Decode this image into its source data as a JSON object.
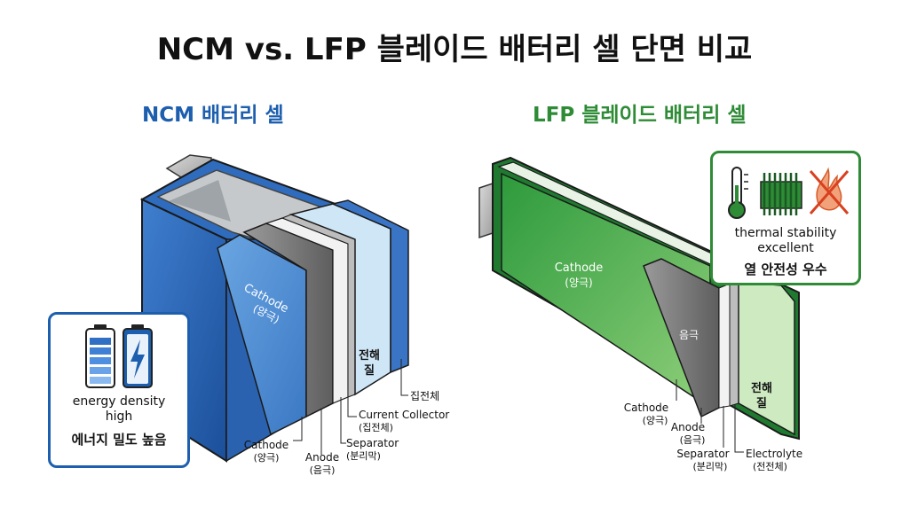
{
  "title": "NCM vs. LFP 블레이드 배터리 셀 단면 비교",
  "ncm": {
    "subtitle": "NCM 배터리 셀",
    "cathode_inner": "Cathode",
    "cathode_inner_ko": "(양극)",
    "electrolyte_inner": "전해",
    "electrolyte_inner2": "질",
    "callouts": {
      "collector": "집전체",
      "current_collector": "Current Collector",
      "current_collector_ko": "(집전체)",
      "separator": "Separator",
      "separator_ko": "(분리막)",
      "anode": "Anode",
      "anode_ko": "(음극)",
      "cathode": "Cathode",
      "cathode_ko": "(양극)"
    },
    "info": {
      "icons": [
        "battery-icon",
        "lightning-icon"
      ],
      "en_line1": "energy density",
      "en_line2": "high",
      "ko": "에너지 밀도 높음"
    },
    "color": "#1d5fae"
  },
  "lfp": {
    "subtitle": "LFP 블레이드 배터리 셀",
    "cathode_inner": "Cathode",
    "cathode_inner_ko": "(양극)",
    "anode_inner": "음극",
    "electrolyte_inner": "전해",
    "electrolyte_inner2": "질",
    "callouts": {
      "cathode": "Cathode",
      "cathode_ko": "(양극)",
      "anode": "Anode",
      "anode_ko": "(음극)",
      "separator": "Separator",
      "separator_ko": "(분리막)",
      "electrolyte": "Electrolyte",
      "electrolyte_ko": "(전전체)"
    },
    "info": {
      "icons": [
        "thermometer-icon",
        "heat-sink-icon",
        "no-fire-icon"
      ],
      "en_line1": "thermal stability",
      "en_line2": "excellent",
      "ko": "열 안전성 우수"
    },
    "color": "#2e8b36"
  }
}
